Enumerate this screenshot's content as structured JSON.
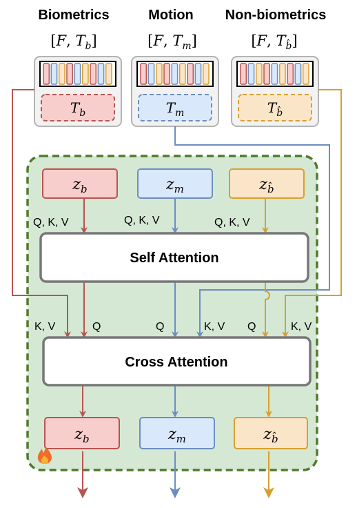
{
  "headers": {
    "biometrics": "Biometrics",
    "motion": "Motion",
    "non_biometrics": "Non-biometrics"
  },
  "dims": {
    "biometrics": {
      "f": "F",
      "t": "T",
      "sub": "b"
    },
    "motion": {
      "f": "F",
      "t": "T",
      "sub": "m"
    },
    "non_biometrics": {
      "f": "F",
      "t": "T",
      "sub": "b̂"
    }
  },
  "token_boxes": {
    "biometrics": {
      "t": "T",
      "sub": "b"
    },
    "motion": {
      "t": "T",
      "sub": "m"
    },
    "non_biometrics": {
      "t": "T",
      "sub": "b̂"
    }
  },
  "latents_top": {
    "biometrics": {
      "z": "z",
      "sub": "b"
    },
    "motion": {
      "z": "z",
      "sub": "m"
    },
    "non_biometrics": {
      "z": "z",
      "sub": "b̂"
    }
  },
  "latents_bottom": {
    "biometrics": {
      "z": "z",
      "sub": "b"
    },
    "motion": {
      "z": "z",
      "sub": "m"
    },
    "non_biometrics": {
      "z": "z",
      "sub": "b̂"
    }
  },
  "self_attention": {
    "title": "Self Attention",
    "inputs": [
      "Q, K, V",
      "Q, K, V",
      "Q, K, V"
    ]
  },
  "cross_attention": {
    "title": "Cross Attention",
    "inputs": {
      "biometrics_kv": "K, V",
      "biometrics_q": "Q",
      "motion_q": "Q",
      "motion_kv": "K, V",
      "non_biometrics_q": "Q",
      "non_biometrics_kv": "K, V"
    }
  },
  "colors": {
    "biometrics_stroke": "#b85450",
    "biometrics_fill": "#f8cecc",
    "motion_stroke": "#6c8ebf",
    "motion_fill": "#dae8fc",
    "non_biometrics_stroke": "#d6a030",
    "non_biometrics_fill": "#fae5c8",
    "container_fill": "#d5e8d4",
    "container_stroke": "#507a2c",
    "token_frame_fill": "#f2f2f2",
    "token_frame_stroke": "#b3b3b3"
  },
  "icons": {
    "trainable": "fire-icon"
  }
}
